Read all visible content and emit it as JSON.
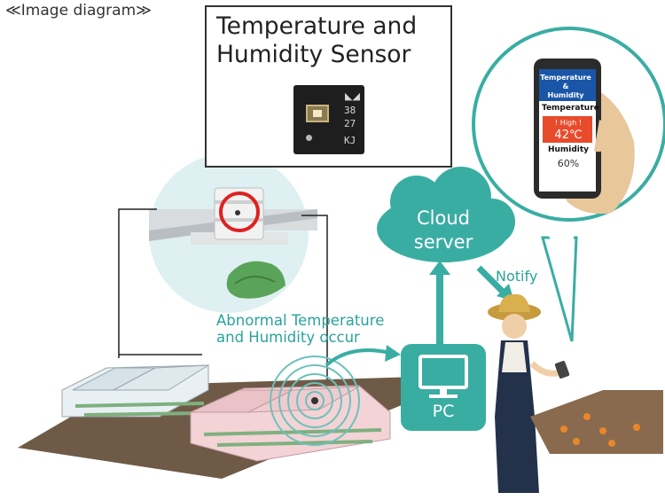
{
  "caption": "≪Image diagram≫",
  "sensor": {
    "title": "Temperature and Humidity Sensor",
    "chip_marks": [
      "38",
      "27",
      "KJ"
    ]
  },
  "cloud": {
    "label_line1": "Cloud",
    "label_line2": "server"
  },
  "notify_label": "Notify",
  "abnormal": {
    "line1": "Abnormal Temperature",
    "line2": "and Humidity occur"
  },
  "pc_label": "PC",
  "phone": {
    "title_line1": "Temperature",
    "title_line2": "&",
    "title_line3": "Humidity",
    "temperature_label": "Temperature",
    "high_label": "! High !",
    "temperature_value": "42℃",
    "humidity_label": "Humidity",
    "humidity_value": "60%"
  },
  "colors": {
    "teal": "#3aada3",
    "teal_text": "#2aa39a",
    "alert": "#e84b2c",
    "phone_header": "#1a56a8"
  }
}
